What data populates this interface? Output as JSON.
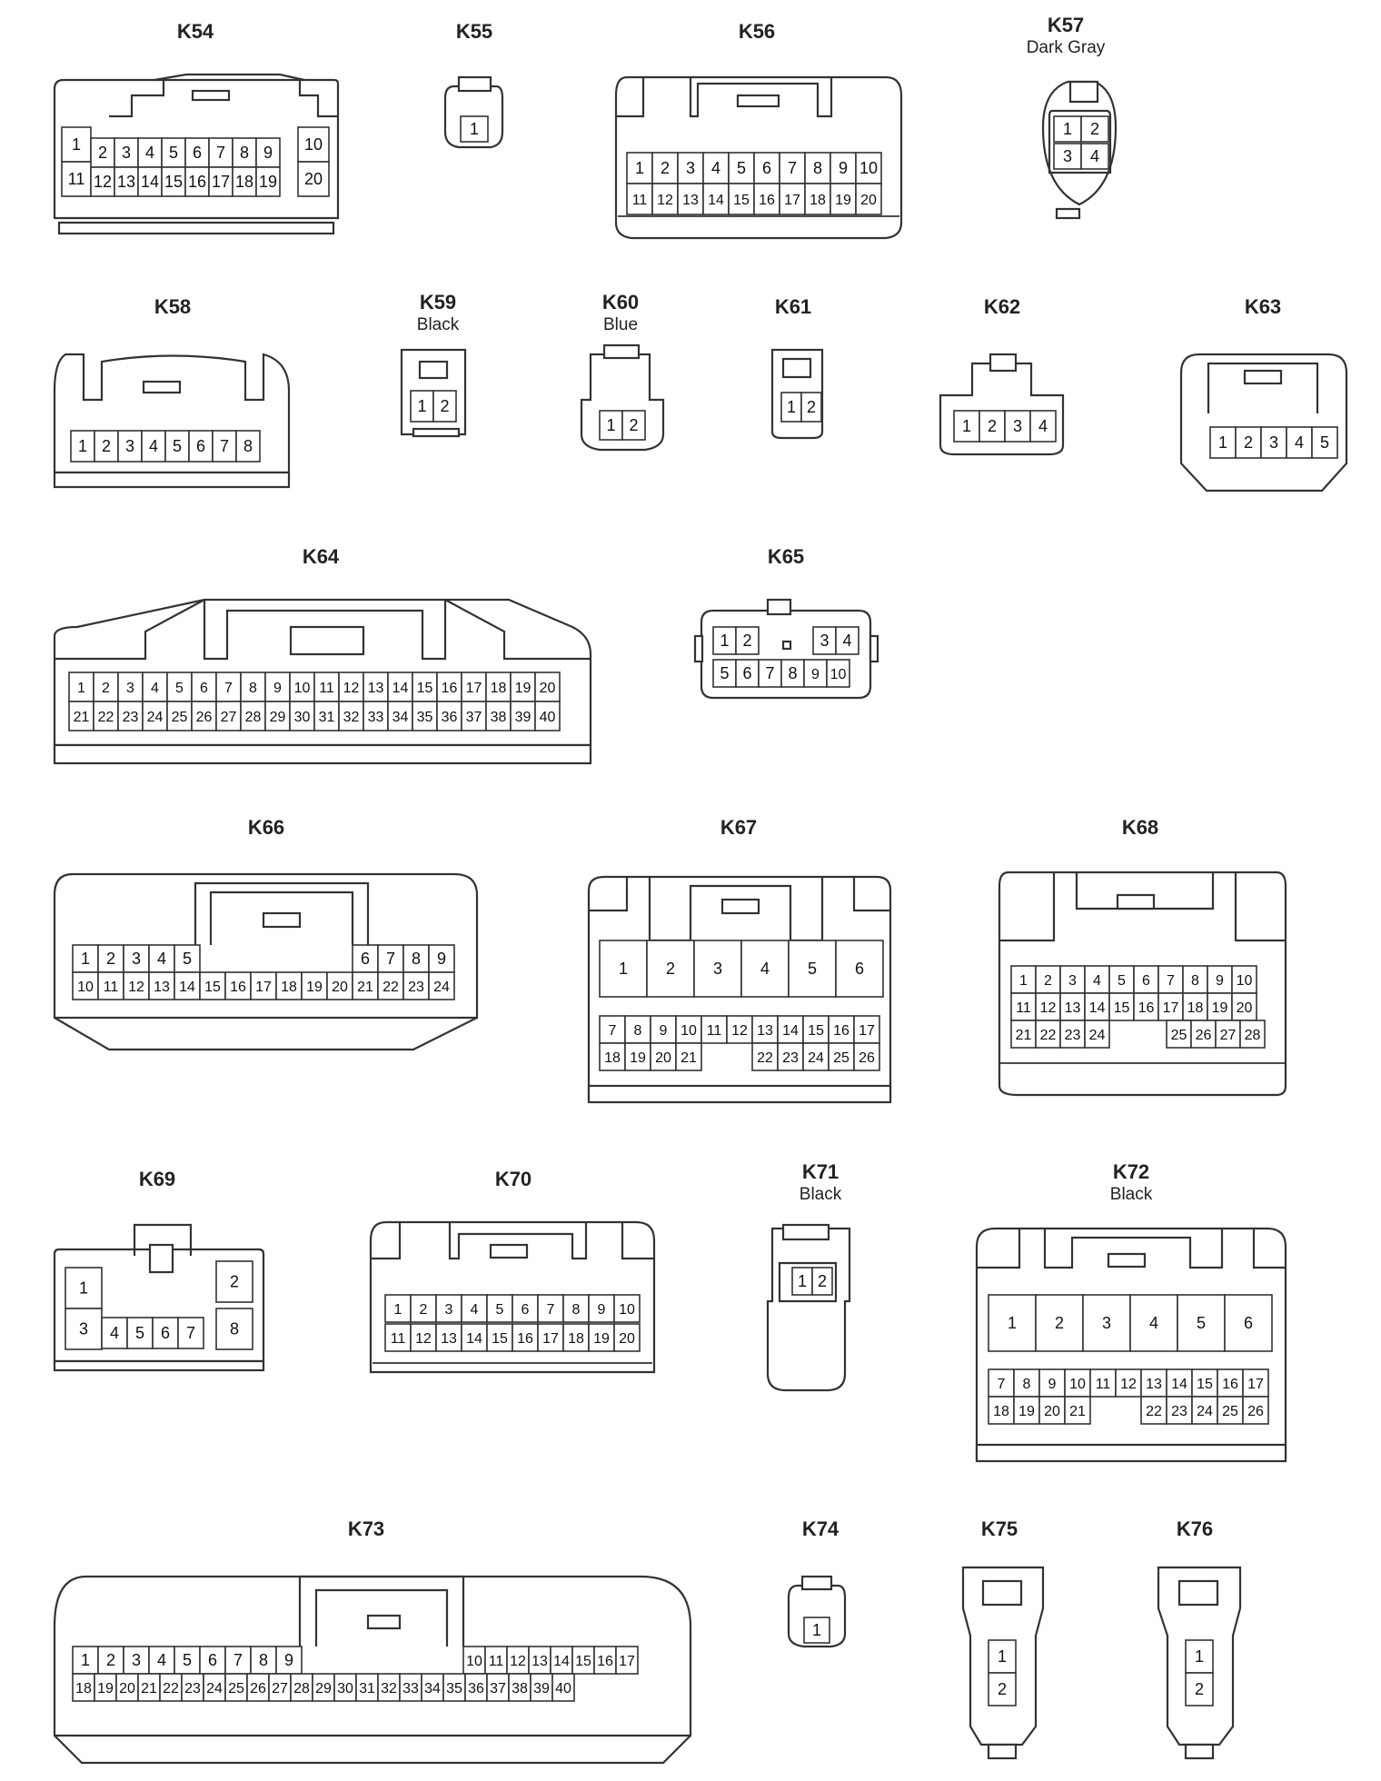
{
  "connectors": [
    {
      "id": "K54",
      "color": ""
    },
    {
      "id": "K55",
      "color": ""
    },
    {
      "id": "K56",
      "color": ""
    },
    {
      "id": "K57",
      "color": "Dark Gray"
    },
    {
      "id": "K58",
      "color": ""
    },
    {
      "id": "K59",
      "color": "Black"
    },
    {
      "id": "K60",
      "color": "Blue"
    },
    {
      "id": "K61",
      "color": ""
    },
    {
      "id": "K62",
      "color": ""
    },
    {
      "id": "K63",
      "color": ""
    },
    {
      "id": "K64",
      "color": ""
    },
    {
      "id": "K65",
      "color": ""
    },
    {
      "id": "K66",
      "color": ""
    },
    {
      "id": "K67",
      "color": ""
    },
    {
      "id": "K68",
      "color": ""
    },
    {
      "id": "K69",
      "color": ""
    },
    {
      "id": "K70",
      "color": ""
    },
    {
      "id": "K71",
      "color": "Black"
    },
    {
      "id": "K72",
      "color": "Black"
    },
    {
      "id": "K73",
      "color": ""
    },
    {
      "id": "K74",
      "color": ""
    },
    {
      "id": "K75",
      "color": ""
    },
    {
      "id": "K76",
      "color": ""
    }
  ]
}
